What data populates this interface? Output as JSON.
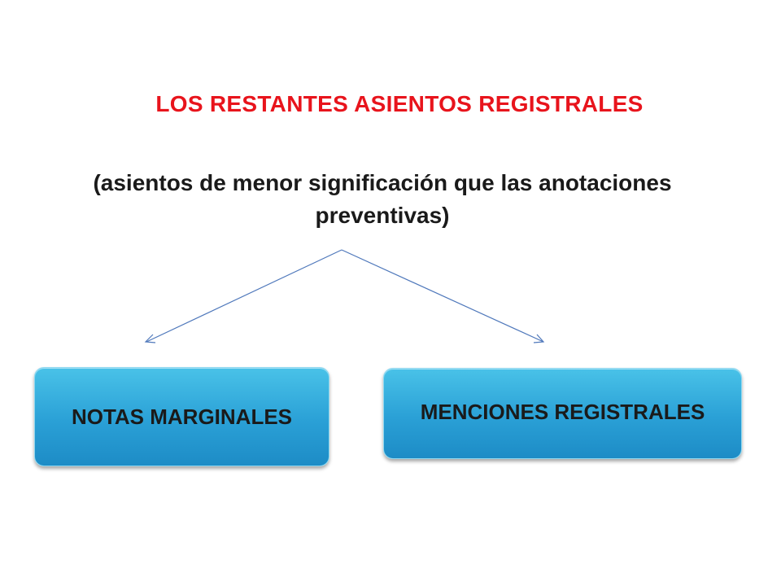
{
  "slide": {
    "title": "LOS RESTANTES ASIENTOS REGISTRALES",
    "subtitle_line1": "(asientos de menor significación que las anotaciones",
    "subtitle_line2": "preventivas)"
  },
  "boxes": [
    {
      "label": "NOTAS MARGINALES"
    },
    {
      "label": "MENCIONES REGISTRALES"
    }
  ],
  "colors": {
    "title": "#e8141c",
    "box_fill": "#2aa0d6",
    "connector": "#4f78bb"
  }
}
